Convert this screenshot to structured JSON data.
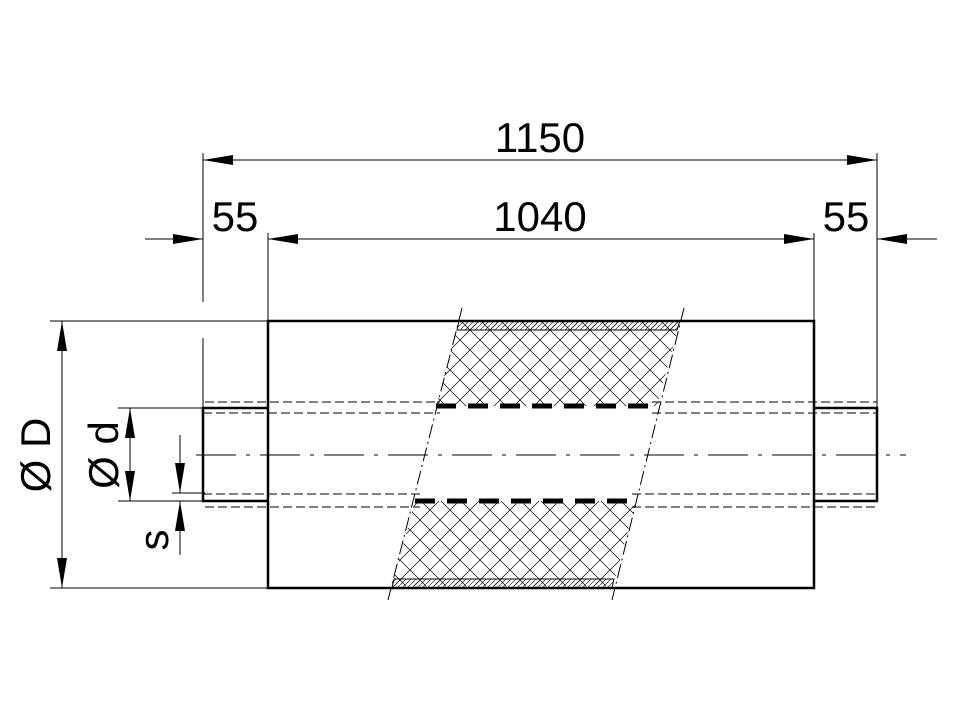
{
  "dimensions": {
    "overall_length": "1150",
    "body_length": "1040",
    "left_pipe": "55",
    "right_pipe": "55",
    "outer_diameter": "Ø D",
    "inner_diameter": "Ø d",
    "wall_thickness": "s"
  },
  "colors": {
    "line": "#000000",
    "background": "#ffffff"
  }
}
